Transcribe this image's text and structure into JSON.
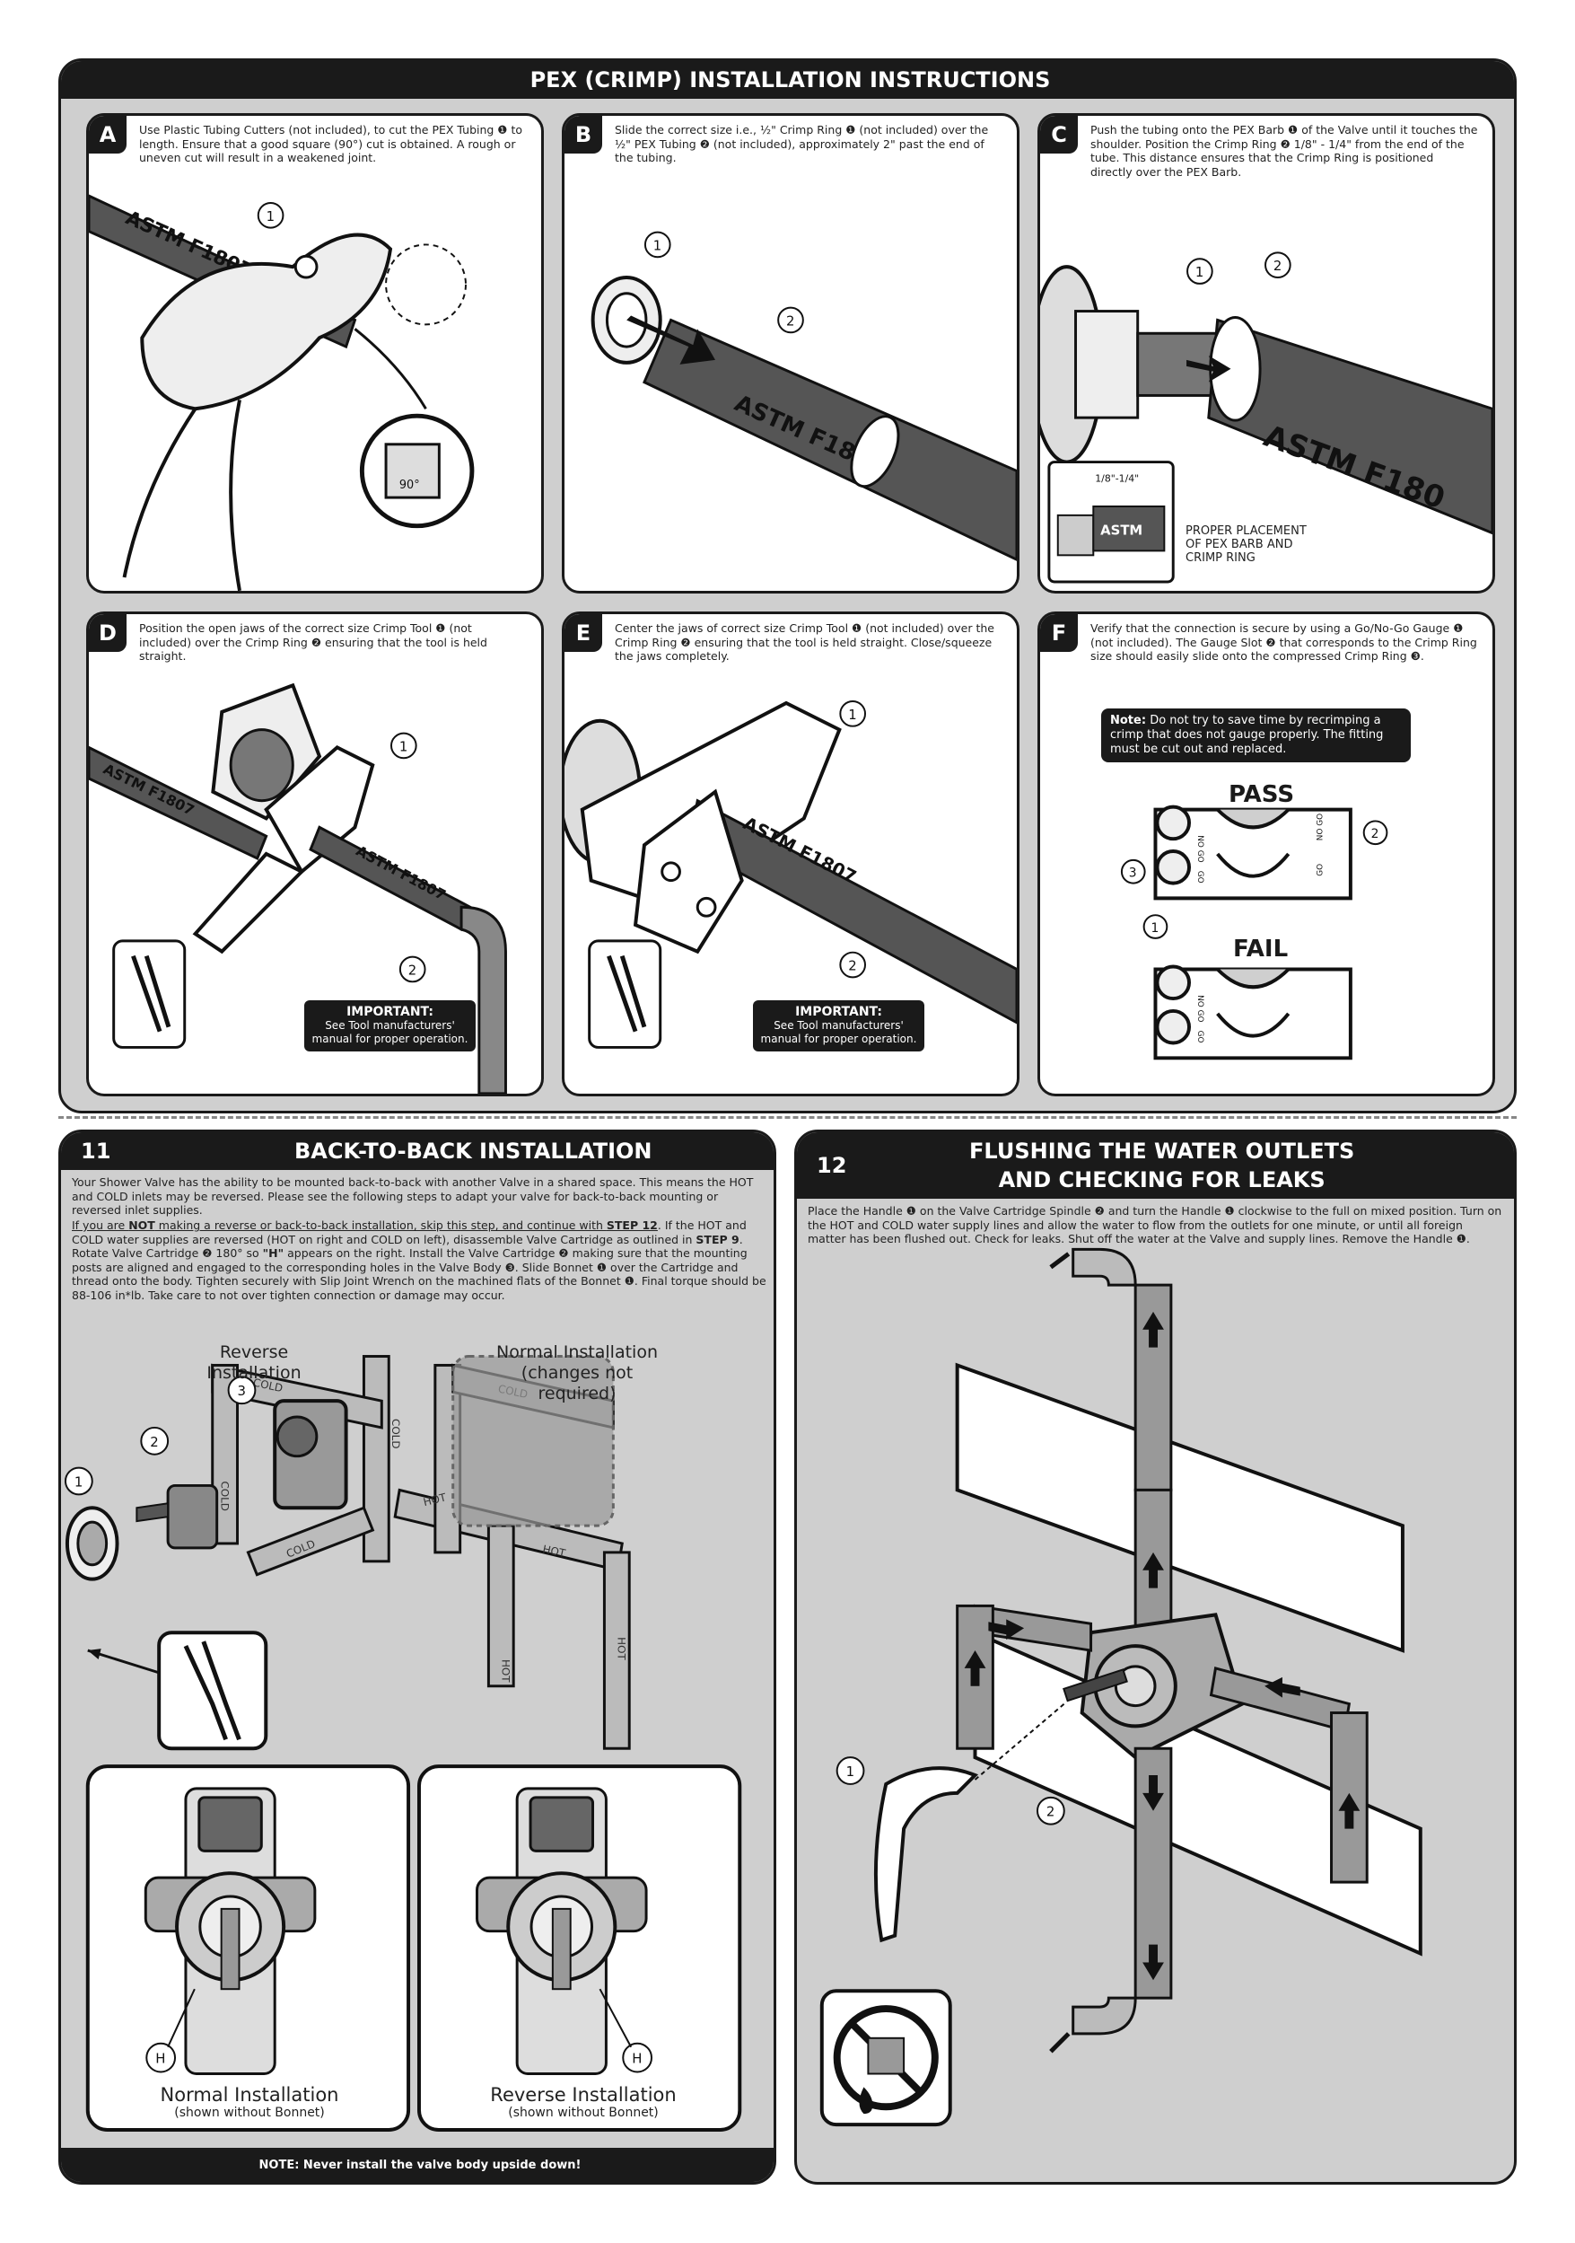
{
  "pex": {
    "title": "PEX (CRIMP) INSTALLATION INSTRUCTIONS",
    "panels": [
      {
        "letter": "A",
        "text": "Use Plastic Tubing Cutters (not included), to cut the PEX Tubing ❶ to length. Ensure that a good square (90°) cut is obtained. A rough or uneven cut will result in a weakened joint.",
        "label_90": "90°",
        "tube_text": "ASTM F1807"
      },
      {
        "letter": "B",
        "text": "Slide the correct size i.e., ½\" Crimp Ring ❶ (not included) over the ½\" PEX Tubing ❷ (not included), approximately 2\" past the end of the tubing.",
        "tube_text": "ASTM F1807"
      },
      {
        "letter": "C",
        "text": "Push the tubing onto the PEX Barb ❶ of the Valve until it touches the shoulder. Position the Crimp Ring ❷ 1/8\" - 1/4\" from the end of the tube. This distance ensures that the Crimp Ring is positioned directly over the PEX Barb.",
        "tube_text": "ASTM F180",
        "inset_dim": "1/8\"-1/4\"",
        "inset_astm": "ASTM",
        "placement_label": "PROPER PLACEMENT OF PEX BARB AND CRIMP RING"
      },
      {
        "letter": "D",
        "text": "Position the open jaws of the correct size Crimp Tool ❶ (not included) over the Crimp Ring ❷ ensuring that the tool is held straight.",
        "tube_text": "ASTM F1807",
        "important_title": "IMPORTANT:",
        "important_body": "See Tool manufacturers' manual for proper operation."
      },
      {
        "letter": "E",
        "text": "Center the jaws of correct size Crimp Tool ❶ (not included) over the Crimp Ring ❷ ensuring that the tool is held straight. Close/squeeze the jaws completely.",
        "tube_text": "ASTM F1807",
        "important_title": "IMPORTANT:",
        "important_body": "See Tool manufacturers' manual for proper operation."
      },
      {
        "letter": "F",
        "text": "Verify that the connection is secure by using a Go/No-Go Gauge ❶ (not included). The Gauge Slot ❷ that corresponds to the Crimp Ring size should easily slide onto the compressed Crimp Ring ❸.",
        "note_label": "Note:",
        "note_text": "Do not try to save time by recrimping a crimp that does not gauge properly. The fitting must be cut out and replaced.",
        "pass": "PASS",
        "fail": "FAIL",
        "gauge_go": "GO",
        "gauge_nogo": "NO GO"
      }
    ]
  },
  "s11": {
    "number": "11",
    "title": "BACK-TO-BACK INSTALLATION",
    "para1": "Your Shower Valve has the ability to be mounted back-to-back with another Valve in a shared space. This means the HOT and COLD inlets may be reversed. Please see the following steps to adapt your valve for back-to-back mounting or reversed inlet supplies.",
    "para2_a": "If you are ",
    "para2_not": "NOT",
    "para2_b": " making a reverse or back-to-back installation, skip this step, and continue with ",
    "para2_step": "STEP 12",
    "para2_c": ". If the HOT and COLD water supplies are reversed (HOT on right and COLD on left), disassemble Valve Cartridge as outlined in ",
    "para2_step9": "STEP 9",
    "para2_d": ". Rotate Valve Cartridge ❷ 180° so ",
    "para2_h": "\"H\"",
    "para2_e": " appears on the right. Install the Valve Cartridge ❷ making sure that the mounting posts are aligned and engaged to the corresponding holes in the Valve Body ❸. Slide Bonnet ❶ over the Cartridge and thread onto the body. Tighten securely with Slip Joint Wrench on the machined flats of the Bonnet ❶. Final torque should be 88-106 in*lb. Take care to not over tighten connection or damage may occur.",
    "reverse_label": "Reverse Installation",
    "normal_label": "Normal Installation (changes not required)",
    "cold": "COLD",
    "hot": "HOT",
    "h_mark": "H",
    "inset_normal_title": "Normal Installation",
    "inset_normal_sub": "(shown without Bonnet)",
    "inset_reverse_title": "Reverse Installation",
    "inset_reverse_sub": "(shown without Bonnet)",
    "note": "NOTE: Never install the valve body upside down!"
  },
  "s12": {
    "number": "12",
    "title_line1": "FLUSHING THE WATER OUTLETS",
    "title_line2": "AND CHECKING FOR LEAKS",
    "text": "Place the Handle ❶ on the Valve Cartridge Spindle ❷ and turn the Handle ❶ clockwise to the full on mixed position. Turn on the HOT and COLD water supply lines and allow the water to flow from the outlets for one minute, or until all foreign matter has been flushed out. Check for leaks. Shut off the water at the Valve and supply lines. Remove the Handle ❶."
  },
  "callouts": {
    "one": "1",
    "two": "2",
    "three": "3"
  }
}
